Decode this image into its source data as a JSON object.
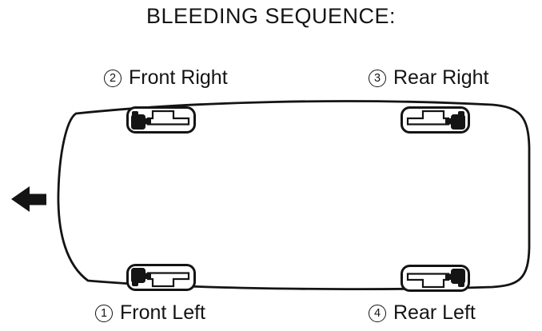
{
  "title": "BLEEDING SEQUENCE:",
  "sequence": [
    {
      "step": "1",
      "wheel": "Front Left",
      "position": "bottom-left"
    },
    {
      "step": "2",
      "wheel": "Front Right",
      "position": "top-left"
    },
    {
      "step": "3",
      "wheel": "Rear Right",
      "position": "top-right"
    },
    {
      "step": "4",
      "wheel": "Rear Left",
      "position": "bottom-right"
    }
  ],
  "diagram": {
    "vehicle": "car body outline, top view",
    "vehicle_front": "left",
    "arrow_direction": "left",
    "wheel_icons": [
      "brake-caliper-front-right",
      "brake-caliper-rear-right",
      "brake-caliper-front-left",
      "brake-caliper-rear-left"
    ]
  },
  "colors": {
    "line": "#141414",
    "background": "#ffffff"
  }
}
